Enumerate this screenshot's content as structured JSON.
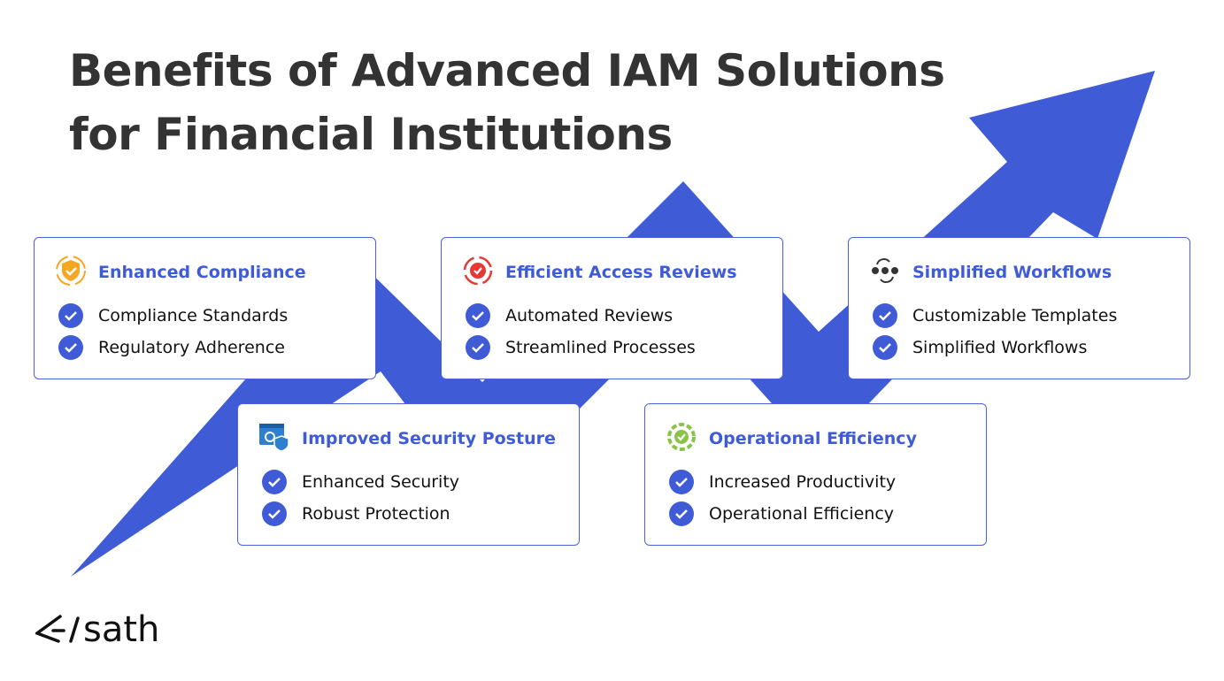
{
  "title_lines": [
    "Benefits of Advanced IAM Solutions",
    "for Financial Institutions"
  ],
  "colors": {
    "accent": "#3F5BD6",
    "text": "#333333"
  },
  "cards": [
    {
      "title": "Enhanced Compliance",
      "icon": "shield-check-icon",
      "items": [
        "Compliance Standards",
        "Regulatory Adherence"
      ]
    },
    {
      "title": "Improved Security Posture",
      "icon": "security-settings-icon",
      "items": [
        "Enhanced Security",
        "Robust Protection"
      ]
    },
    {
      "title": "Efficient Access Reviews",
      "icon": "review-cycle-icon",
      "items": [
        "Automated Reviews",
        "Streamlined Processes"
      ]
    },
    {
      "title": "Operational Efficiency",
      "icon": "gear-cycle-icon",
      "items": [
        "Increased Productivity",
        "Operational Efficiency"
      ]
    },
    {
      "title": "Simplified Workflows",
      "icon": "workflow-icon",
      "items": [
        "Customizable Templates",
        "Simplified Workflows"
      ]
    }
  ],
  "logo": {
    "text": "sath"
  }
}
